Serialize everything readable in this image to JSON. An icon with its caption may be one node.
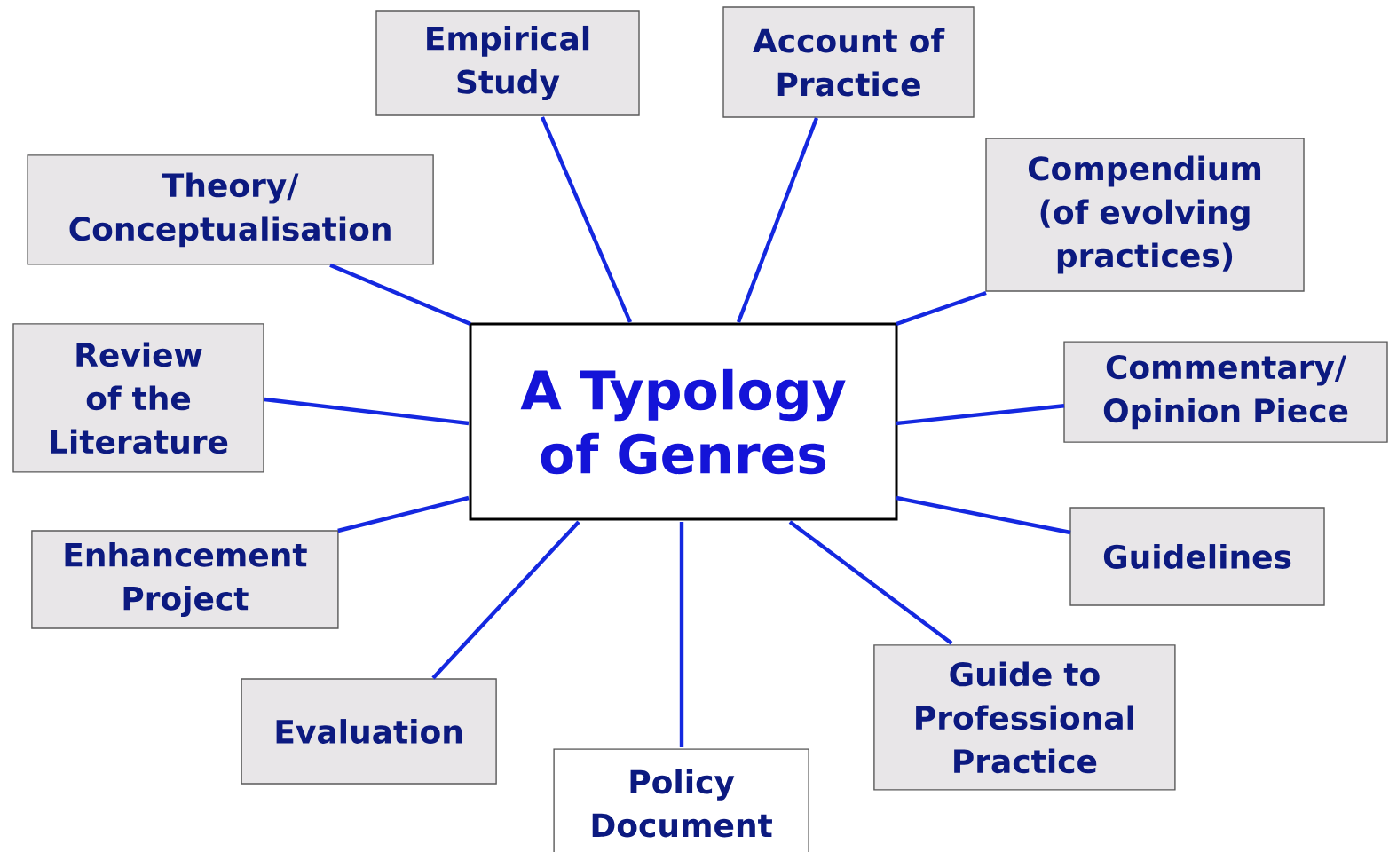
{
  "diagram": {
    "nodes": [
      {
        "text": [
          "A Typology of Genres"
        ]
      },
      {
        "text": [
          "Empirical Study"
        ]
      },
      {
        "text": [
          "Account of Practice"
        ]
      },
      {
        "text": [
          "Theory/ Conceptualisation"
        ]
      },
      {
        "text": [
          "Compendium (of evolving practices)"
        ]
      },
      {
        "text": [
          "Review of the Literature"
        ]
      },
      {
        "text": [
          "Commentary/ Opinion Piece"
        ]
      },
      {
        "text": [
          "Enhancement Project"
        ]
      },
      {
        "text": [
          "Guidelines"
        ]
      },
      {
        "text": [
          "Evaluation"
        ]
      },
      {
        "text": [
          "Policy Document"
        ]
      },
      {
        "text": [
          "Guide to Professional Practice"
        ]
      }
    ],
    "edges": [
      {
        "from": 0,
        "to": 1,
        "arrow": "none"
      },
      {
        "from": 0,
        "to": 2,
        "arrow": "none"
      },
      {
        "from": 0,
        "to": 3,
        "arrow": "none"
      },
      {
        "from": 0,
        "to": 4,
        "arrow": "none"
      },
      {
        "from": 0,
        "to": 5,
        "arrow": "none"
      },
      {
        "from": 0,
        "to": 6,
        "arrow": "none"
      },
      {
        "from": 0,
        "to": 7,
        "arrow": "none"
      },
      {
        "from": 0,
        "to": 8,
        "arrow": "none"
      },
      {
        "from": 0,
        "to": 9,
        "arrow": "none"
      },
      {
        "from": 0,
        "to": 10,
        "arrow": "none"
      },
      {
        "from": 0,
        "to": 11,
        "arrow": "none"
      }
    ]
  }
}
